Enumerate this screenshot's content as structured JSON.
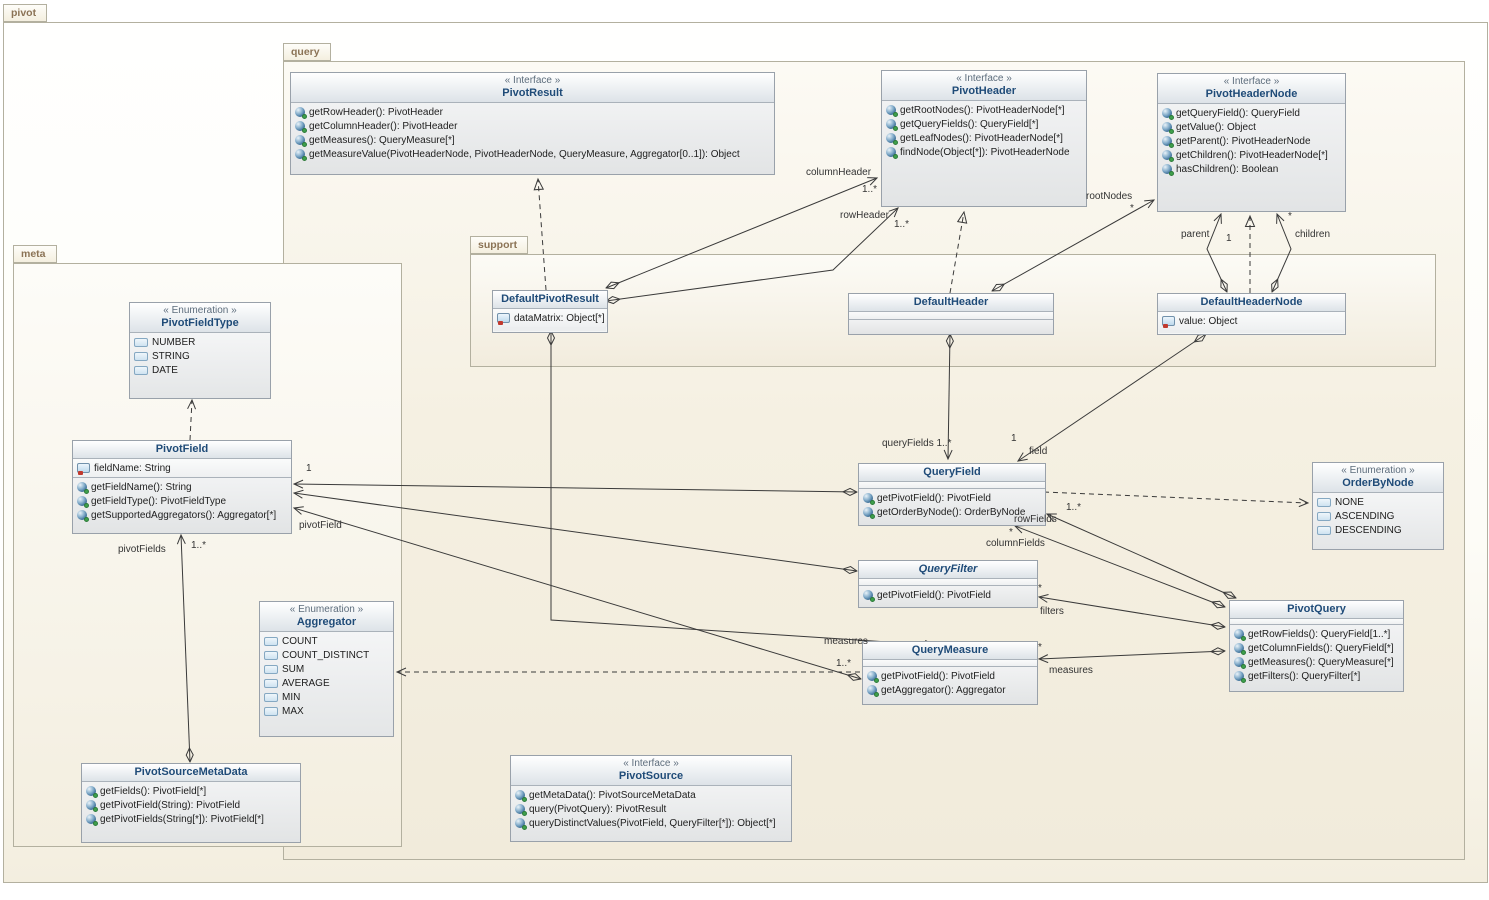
{
  "packages": {
    "pivot": "pivot",
    "query": "query",
    "support": "support",
    "meta": "meta"
  },
  "stereotypes": {
    "interface": "« Interface »",
    "enumeration": "« Enumeration »"
  },
  "classes": {
    "pivotResult": {
      "stereotype": "« Interface »",
      "name": "PivotResult",
      "operations": [
        "getRowHeader(): PivotHeader",
        "getColumnHeader(): PivotHeader",
        "getMeasures(): QueryMeasure[*]",
        "getMeasureValue(PivotHeaderNode, PivotHeaderNode, QueryMeasure, Aggregator[0..1]): Object"
      ]
    },
    "pivotHeader": {
      "stereotype": "« Interface »",
      "name": "PivotHeader",
      "operations": [
        "getRootNodes(): PivotHeaderNode[*]",
        "getQueryFields(): QueryField[*]",
        "getLeafNodes(): PivotHeaderNode[*]",
        "findNode(Object[*]): PivotHeaderNode"
      ]
    },
    "pivotHeaderNode": {
      "stereotype": "« Interface »",
      "name": "PivotHeaderNode",
      "operations": [
        "getQueryField(): QueryField",
        "getValue(): Object",
        "getParent(): PivotHeaderNode",
        "getChildren(): PivotHeaderNode[*]",
        "hasChildren(): Boolean"
      ]
    },
    "defaultPivotResult": {
      "name": "DefaultPivotResult",
      "attributes": [
        "dataMatrix: Object[*]"
      ]
    },
    "defaultHeader": {
      "name": "DefaultHeader"
    },
    "defaultHeaderNode": {
      "name": "DefaultHeaderNode",
      "attributes": [
        "value: Object"
      ]
    },
    "pivotFieldType": {
      "stereotype": "« Enumeration »",
      "name": "PivotFieldType",
      "literals": [
        "NUMBER",
        "STRING",
        "DATE"
      ]
    },
    "pivotField": {
      "name": "PivotField",
      "attributes": [
        "fieldName: String"
      ],
      "operations": [
        "getFieldName(): String",
        "getFieldType(): PivotFieldType",
        "getSupportedAggregators(): Aggregator[*]"
      ]
    },
    "aggregator": {
      "stereotype": "« Enumeration »",
      "name": "Aggregator",
      "literals": [
        "COUNT",
        "COUNT_DISTINCT",
        "SUM",
        "AVERAGE",
        "MIN",
        "MAX"
      ]
    },
    "pivotSourceMetaData": {
      "name": "PivotSourceMetaData",
      "operations": [
        "getFields(): PivotField[*]",
        "getPivotField(String): PivotField",
        "getPivotFields(String[*]): PivotField[*]"
      ]
    },
    "queryField": {
      "name": "QueryField",
      "operations": [
        "getPivotField(): PivotField",
        "getOrderByNode(): OrderByNode"
      ]
    },
    "queryFilter": {
      "name": "QueryFilter",
      "operations": [
        "getPivotField(): PivotField"
      ]
    },
    "queryMeasure": {
      "name": "QueryMeasure",
      "operations": [
        "getPivotField(): PivotField",
        "getAggregator(): Aggregator"
      ]
    },
    "orderByNode": {
      "stereotype": "« Enumeration »",
      "name": "OrderByNode",
      "literals": [
        "NONE",
        "ASCENDING",
        "DESCENDING"
      ]
    },
    "pivotQuery": {
      "name": "PivotQuery",
      "operations": [
        "getRowFields(): QueryField[1..*]",
        "getColumnFields(): QueryField[*]",
        "getMeasures(): QueryMeasure[*]",
        "getFilters(): QueryFilter[*]"
      ]
    },
    "pivotSource": {
      "stereotype": "« Interface »",
      "name": "PivotSource",
      "operations": [
        "getMetaData(): PivotSourceMetaData",
        "query(PivotQuery): PivotResult",
        "queryDistinctValues(PivotField, QueryFilter[*]): Object[*]"
      ]
    }
  },
  "edge_labels": [
    "columnHeader",
    "1..*",
    "rowHeader",
    "1..*",
    "rootNodes",
    "*",
    "parent",
    "1",
    "children",
    "*",
    "queryFields 1..*",
    "1",
    "field",
    "1",
    "pivotField",
    "pivotFields",
    "1..*",
    "1..*",
    "rowFields",
    "*",
    "columnFields",
    "*",
    "filters",
    "*",
    "measures",
    "measures",
    "1..*"
  ],
  "colors": {
    "class_title": "#1f4b78",
    "package_label": "#8b7355",
    "edge": "#3a3a3a",
    "package_fill": "#f3eedf",
    "compartment_fill": "#e8eaec"
  }
}
